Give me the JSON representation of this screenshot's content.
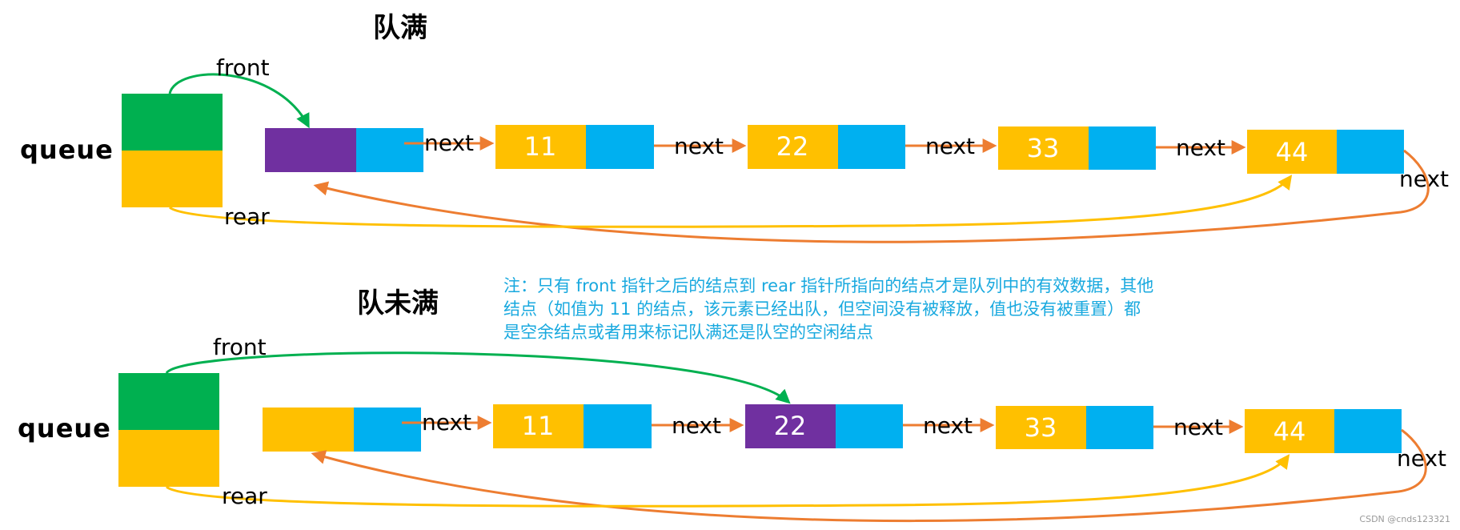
{
  "diagram": {
    "full": {
      "title": "队满",
      "queue_label": "queue",
      "front_label": "front",
      "rear_label": "rear",
      "next_label": "next",
      "node_values": [
        "",
        "11",
        "22",
        "33",
        "44"
      ]
    },
    "not_full": {
      "title": "队未满",
      "queue_label": "queue",
      "front_label": "front",
      "rear_label": "rear",
      "next_label": "next",
      "node_values": [
        "",
        "11",
        "22",
        "33",
        "44"
      ]
    },
    "note_lines": [
      "注：只有 front 指针之后的结点到 rear 指针所指向的结点才是队列中的有效数据，其他",
      "结点（如值为 11 的结点，该元素已经出队，但空间没有被释放，值也没有被重置）都",
      "是空余结点或者用来标记队满还是队空的空闲结点"
    ],
    "watermark": "CSDN @cnds123321"
  },
  "colors": {
    "green": "#00b050",
    "yellow": "#ffc000",
    "blue": "#00b0f0",
    "purple": "#7030a0",
    "orange": "#ed7d31",
    "front_arrow": "#00b050",
    "rear_arrow": "#ffc000",
    "note_text": "#19a9df"
  }
}
